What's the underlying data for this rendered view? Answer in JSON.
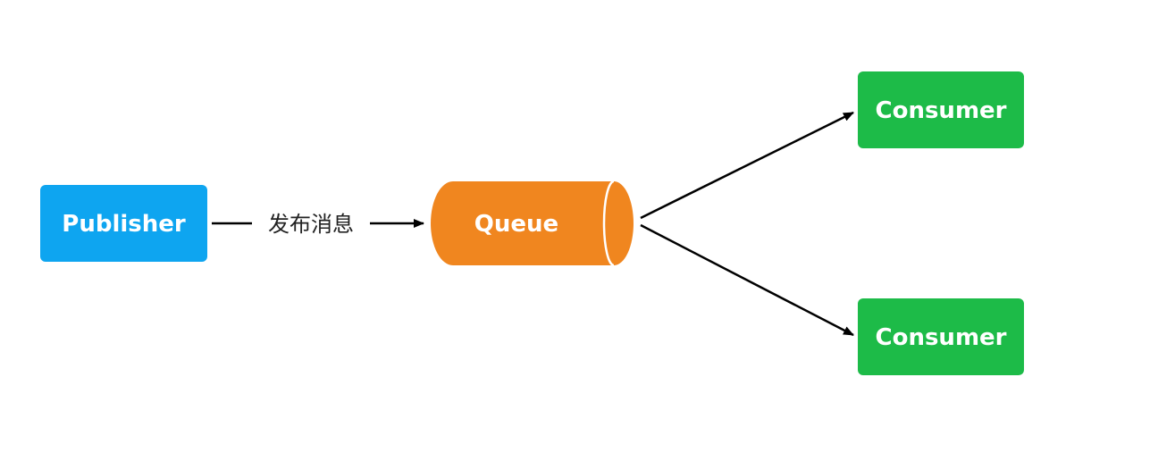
{
  "nodes": {
    "publisher": {
      "label": "Publisher",
      "color": "#0ea5f0"
    },
    "queue": {
      "label": "Queue",
      "color": "#f0861f",
      "rim_color": "#ffffff"
    },
    "consumer_top": {
      "label": "Consumer",
      "color": "#1dbb48"
    },
    "consumer_bottom": {
      "label": "Consumer",
      "color": "#1dbb48"
    }
  },
  "edges": {
    "publish": {
      "label": "发布消息",
      "color": "#000000"
    }
  }
}
